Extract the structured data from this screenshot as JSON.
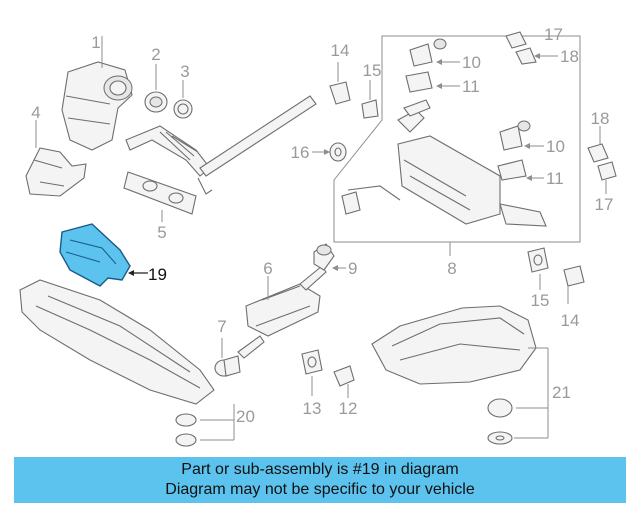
{
  "diagram": {
    "callouts": [
      "1",
      "2",
      "3",
      "4",
      "5",
      "6",
      "7",
      "8",
      "9",
      "10",
      "10",
      "11",
      "11",
      "12",
      "13",
      "14",
      "14",
      "15",
      "15",
      "16",
      "17",
      "17",
      "18",
      "18",
      "19",
      "20",
      "21"
    ],
    "highlight_part": "19",
    "highlight_color": "#5bc3ee"
  },
  "banner": {
    "line1": "Part or sub-assembly is #19 in diagram",
    "line2": "Diagram may not be specific to your vehicle",
    "bg_color": "#5bc3ee"
  }
}
